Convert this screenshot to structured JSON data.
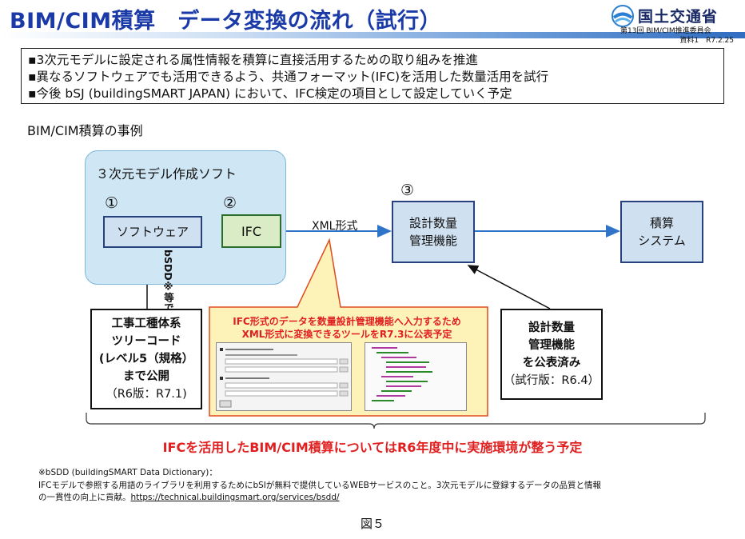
{
  "header": {
    "title": "BIM/CIM積算　データ変換の流れ（試行）",
    "ministry": "国土交通省",
    "meeting": "第13回 BIM/CIM推進委員会",
    "doc_ref": "資料1　R7.2.25"
  },
  "bullets": [
    "▪3次元モデルに設定される属性情報を積算に直接活用するための取り組みを推進",
    "▪異なるソフトウェアでも活用できるよう、共通フォーマット(IFC)を活用した数量活用を試行",
    "▪今後 bSJ (buildingSMART JAPAN) において、IFC検定の項目として設定していく予定"
  ],
  "case_heading": "BIM/CIM積算の事例",
  "diagram": {
    "software_group_label": "３次元モデル作成ソフト",
    "num1": "①",
    "num2": "②",
    "num3": "③",
    "software": "ソフトウェア",
    "ifc": "IFC",
    "xml_label": "XML形式",
    "calc_mgmt": [
      "設計数量",
      "管理機能"
    ],
    "estimate_system": [
      "積算",
      "システム"
    ],
    "bsdd_label": "bSDD※等で連携",
    "tree_code": {
      "lines": [
        "工事工種体系",
        "ツリーコード",
        "(レベル5（規格）",
        "まで公開"
      ],
      "version": "（R6版：R7.1)"
    },
    "public_calc": {
      "lines": [
        "設計数量",
        "管理機能",
        "を公表済み"
      ],
      "version": "（試行版：R6.4）"
    },
    "callout": [
      "IFC形式のデータを数量設計管理機能へ入力するため",
      "XML形式に変換できるツールをR7.3に公表予定"
    ]
  },
  "brace_caption": "IFCを活用したBIM/CIM積算についてはR6年度中に実施環境が整う予定",
  "footnote": {
    "title": "※bSDD (buildingSMART Data Dictionary)：",
    "line1": "IFCモデルで参照する用語のライブラリを利用するためにbSIが無料で提供しているWEBサービスのこと。3次元モデルに登録するデータの品質と情報",
    "line2_prefix": "の一貫性の向上に貢献。",
    "link": "https://technical.buildingsmart.org/services/bsdd/"
  },
  "figure_label": "図５",
  "colors": {
    "title_blue": "#1a3aa8",
    "arrow_blue": "#2f74c8",
    "accent_red": "#e02020",
    "callout_fill": "#fdf3b8",
    "callout_border": "#e04a1f"
  }
}
